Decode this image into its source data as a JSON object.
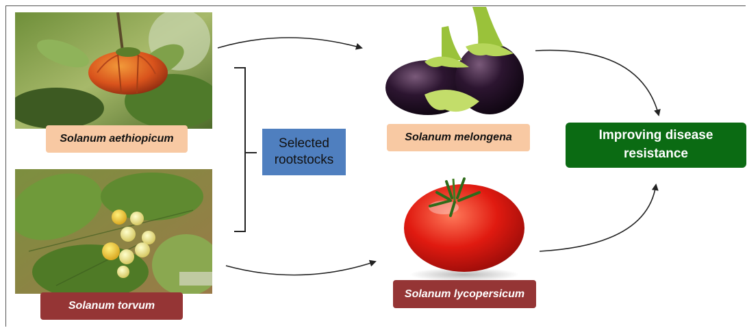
{
  "plants": [
    {
      "name": "Solanum aethiopicum"
    },
    {
      "name": "Solanum torvum"
    },
    {
      "name": "Solanum melongena"
    },
    {
      "name": "Solanum lycopersicum"
    }
  ],
  "rootstocks_label": [
    "Selected",
    "rootstocks"
  ],
  "outcome_label": [
    "Improving disease",
    "resistance"
  ],
  "colors": {
    "peach_label": "#f8c9a3",
    "maroon_label": "#953535",
    "rootstock_box": "#4f7fbf",
    "outcome_box": "#0b6b13"
  }
}
